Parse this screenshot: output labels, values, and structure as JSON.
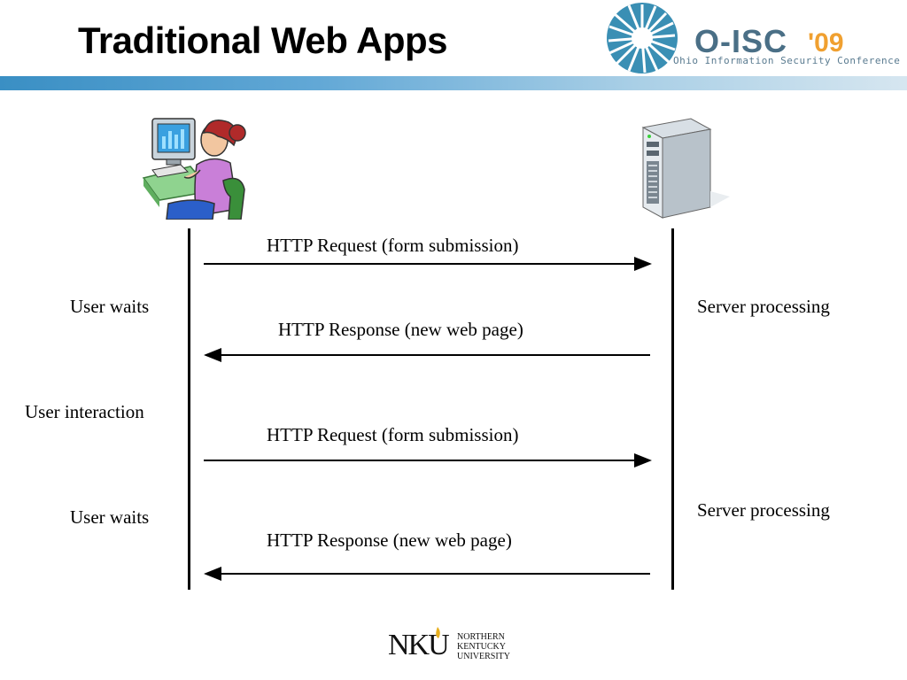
{
  "slide": {
    "title": "Traditional Web Apps"
  },
  "header_logo": {
    "name": "O-ISC",
    "year": "'09",
    "subtitle": "Ohio Information Security Conference",
    "colors": {
      "name": "#4a6f86",
      "year": "#f0a030",
      "star": "#3a8fb4"
    }
  },
  "diagram": {
    "client_icon": "woman-at-computer-icon",
    "server_icon": "server-tower-icon",
    "messages": [
      {
        "label": "HTTP Request (form submission)",
        "direction": "client-to-server"
      },
      {
        "label": "HTTP Response (new web page)",
        "direction": "server-to-client"
      },
      {
        "label": "HTTP Request (form submission)",
        "direction": "client-to-server"
      },
      {
        "label": "HTTP Response (new web page)",
        "direction": "server-to-client"
      }
    ],
    "client_notes": [
      "User waits",
      "User interaction",
      "User waits"
    ],
    "server_notes": [
      "Server processing",
      "Server processing"
    ]
  },
  "footer_logo": {
    "mark": "NKU",
    "lines": [
      "NORTHERN",
      "KENTUCKY",
      "UNIVERSITY"
    ],
    "accent_color": "#e8b020"
  },
  "header_bar_colors": [
    "#3a8fc4",
    "#62a8d6",
    "#a9cfe6",
    "#d6e6f0"
  ]
}
